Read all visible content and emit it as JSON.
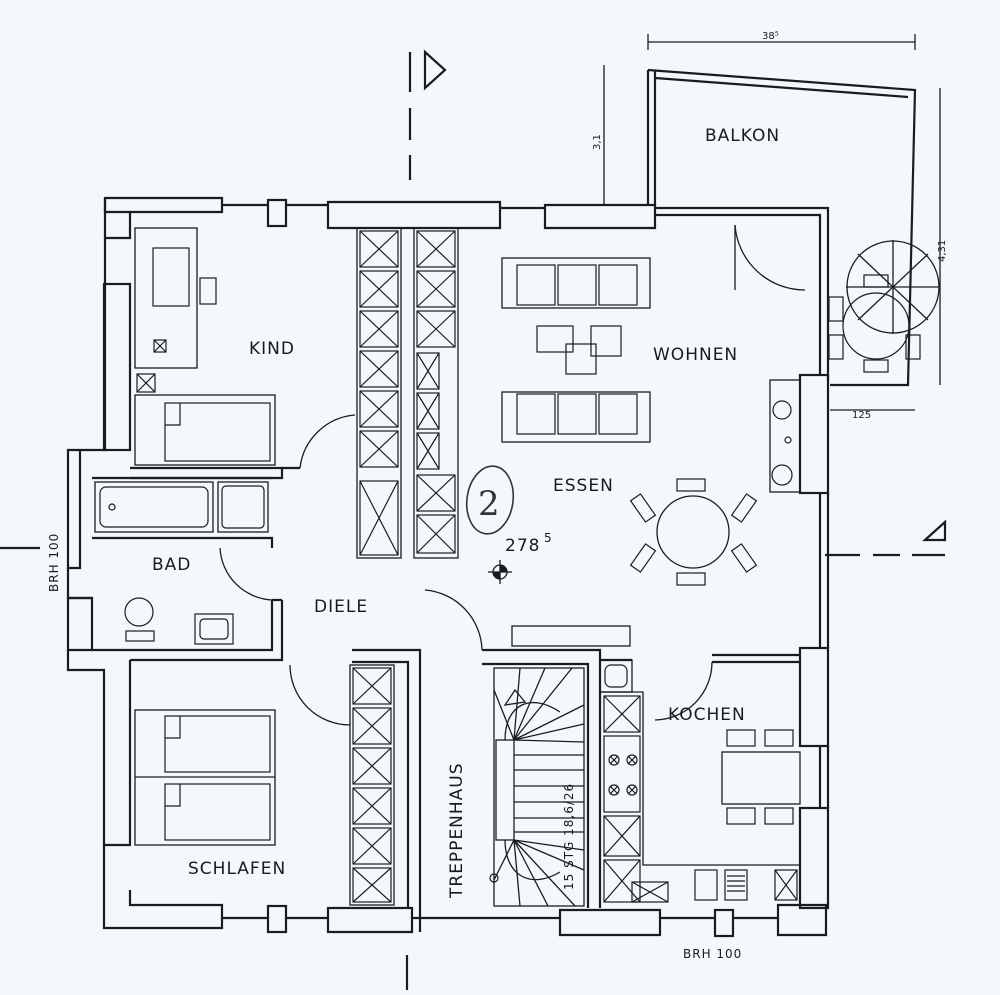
{
  "rooms": {
    "kind": "KIND",
    "wohnen": "WOHNEN",
    "essen": "ESSEN",
    "bad": "BAD",
    "diele": "DIELE",
    "kochen": "KOCHEN",
    "schlafen": "SCHLAFEN",
    "treppenhaus": "TREPPENHAUS",
    "balkon": "BALKON"
  },
  "annotations": {
    "brh_left": "BRH 100",
    "brh_bottom": "BRH  100",
    "elevation": "278",
    "elevation_sup": "5",
    "stair_note": "15 STG 18,6/26",
    "dim_top": "38⁵",
    "dim_balcony_left": "3,1",
    "dim_balcony_right": "4,31",
    "dim_125": "125",
    "handwritten_number": "2"
  },
  "colors": {
    "line": "#1c1c1c",
    "paper": "#f4f8fb"
  }
}
